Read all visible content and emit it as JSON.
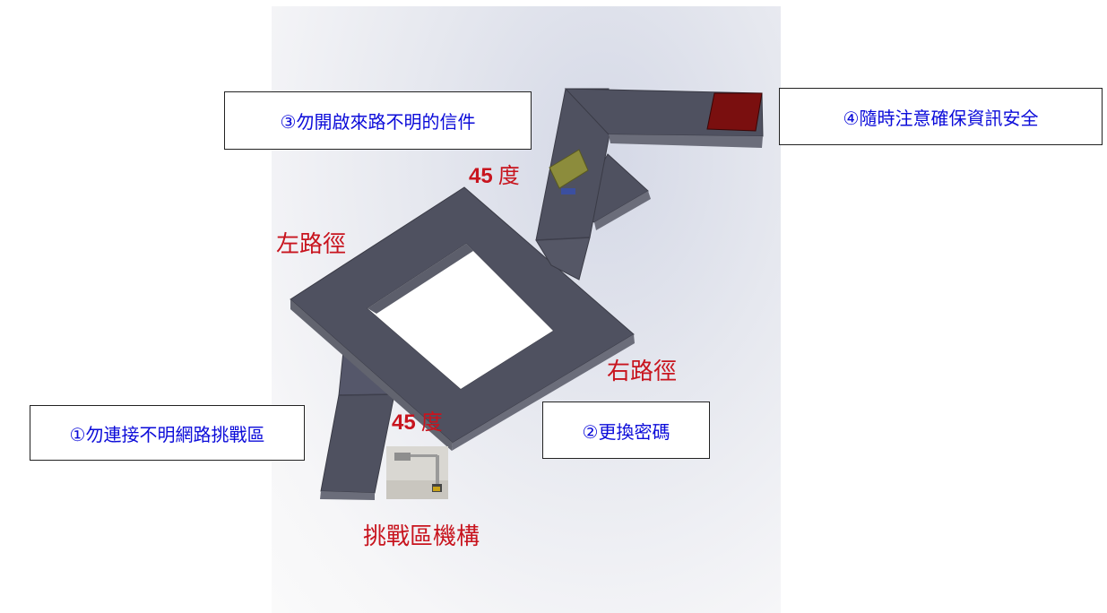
{
  "callouts": {
    "c1": "①勿連接不明網路挑戰區",
    "c2": "②更換密碼",
    "c3": "③勿開啟來路不明的信件",
    "c4": "④隨時注意確保資訊安全"
  },
  "labels": {
    "left_path": "左路徑",
    "right_path": "右路徑",
    "mechanism": "挑戰區機構",
    "angle_top_value": "45",
    "angle_top_unit": "度",
    "angle_bottom_value": "45",
    "angle_bottom_unit": "度"
  },
  "colors": {
    "track": "#4f5160",
    "track_edge": "#6b6d7a",
    "goal_block": "#7a0f0f",
    "sensor": "#8c8c3c",
    "label_red": "#c8141e",
    "callout_text": "#0b0bd9"
  }
}
